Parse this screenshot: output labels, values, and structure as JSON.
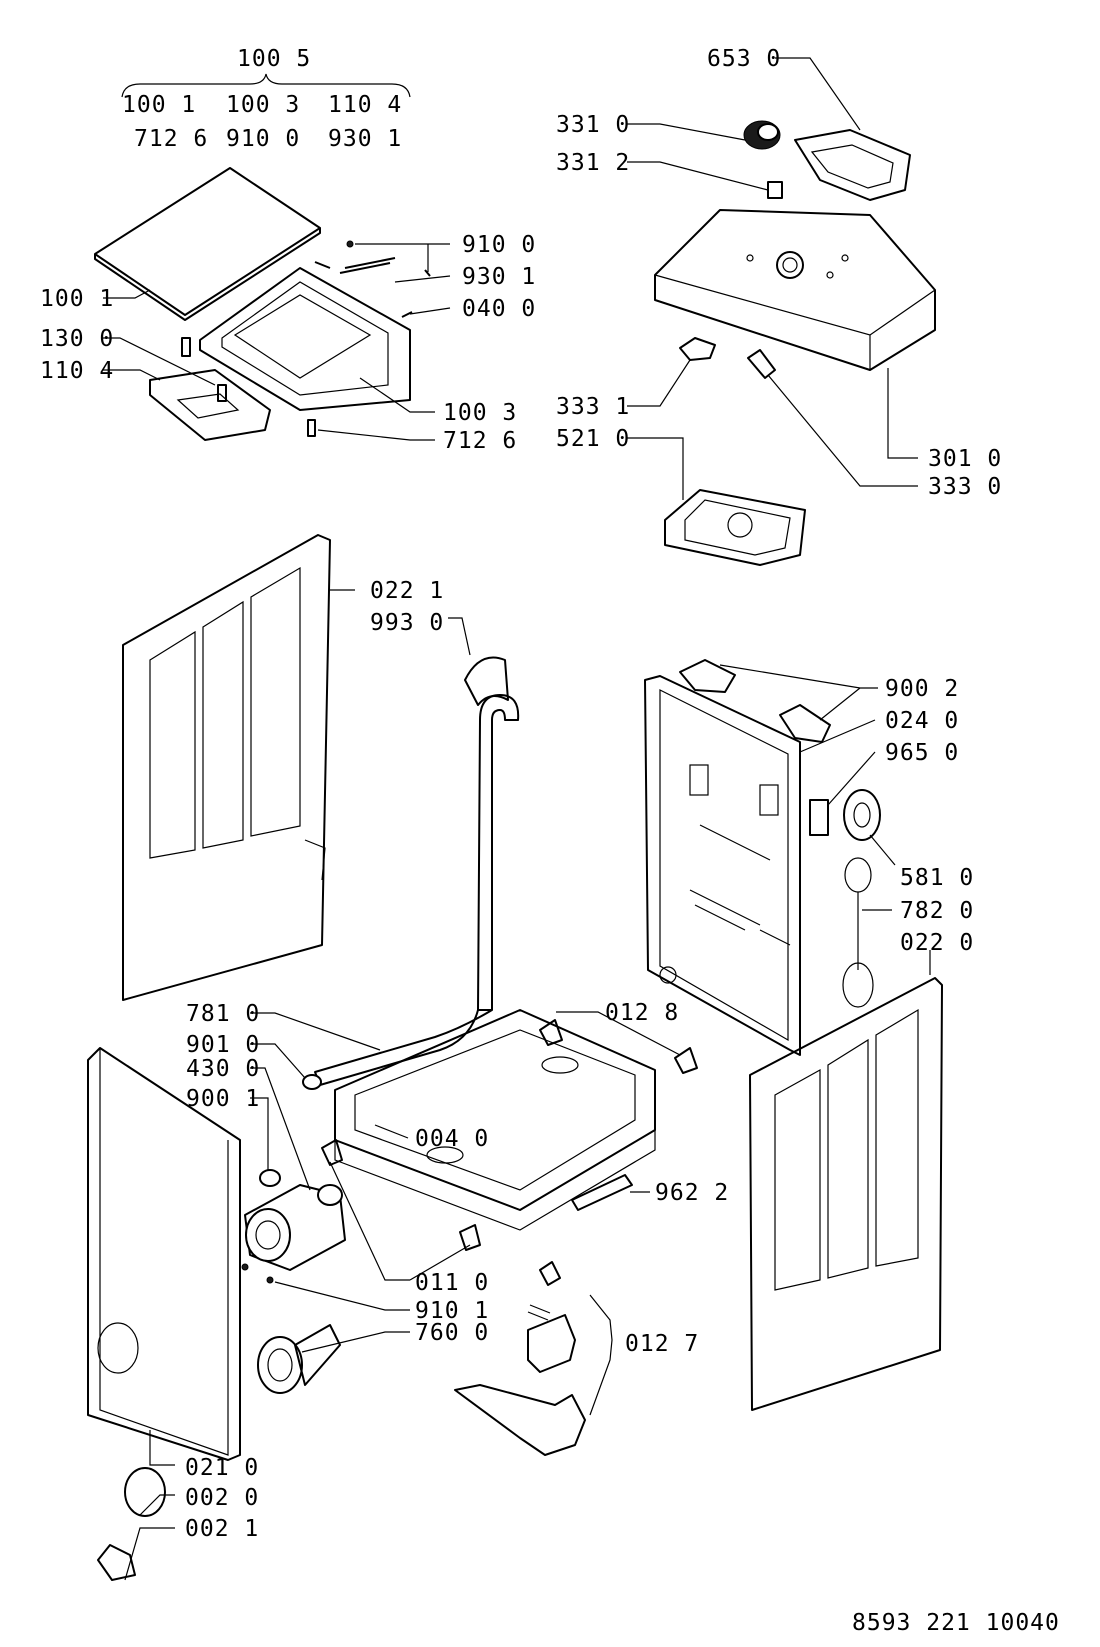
{
  "group": {
    "header": "100 5",
    "row1": [
      "100 1",
      "100 3",
      "110 4"
    ],
    "row2": [
      "712 6",
      "910 0",
      "930 1"
    ]
  },
  "labels": {
    "l6530": "653 0",
    "l3310": "331 0",
    "l3312": "331 2",
    "l9100": "910 0",
    "l9301": "930 1",
    "l0400": "040 0",
    "l1001": "100 1",
    "l1300": "130 0",
    "l1104": "110 4",
    "l1003": "100 3",
    "l7126": "712 6",
    "l3331": "333 1",
    "l5210": "521 0",
    "l3010": "301 0",
    "l3330": "333 0",
    "l0221": "022 1",
    "l9930": "993 0",
    "l9002": "900 2",
    "l0240": "024 0",
    "l9650": "965 0",
    "l5810": "581 0",
    "l7820": "782 0",
    "l0220": "022 0",
    "l7810": "781 0",
    "l0128": "012 8",
    "l9010": "901 0",
    "l4300": "430 0",
    "l9001": "900 1",
    "l0040": "004 0",
    "l9622": "962 2",
    "l0110": "011 0",
    "l9101": "910 1",
    "l7600": "760 0",
    "l0127": "012 7",
    "l0210": "021 0",
    "l0020": "002 0",
    "l0021": "002 1"
  },
  "doc_number": "8593 221 10040"
}
